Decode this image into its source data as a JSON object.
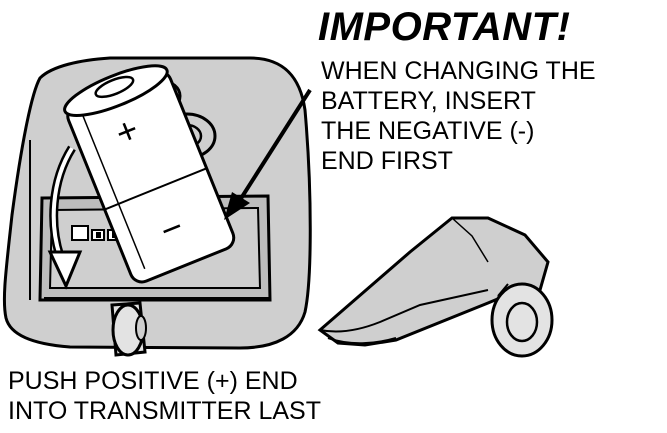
{
  "heading": "IMPORTANT!",
  "instruction_lines": [
    "WHEN CHANGING THE",
    "BATTERY, INSERT",
    "THE NEGATIVE (-)",
    "END FIRST"
  ],
  "footer_lines": [
    "PUSH POSITIVE (+) END",
    "INTO TRANSMITTER LAST"
  ],
  "battery": {
    "positive_symbol": "+",
    "negative_symbol": "−"
  },
  "colors": {
    "outline": "#000000",
    "casing_fill": "#cfcfcf",
    "battery_fill": "#ffffff",
    "background": "#ffffff"
  }
}
